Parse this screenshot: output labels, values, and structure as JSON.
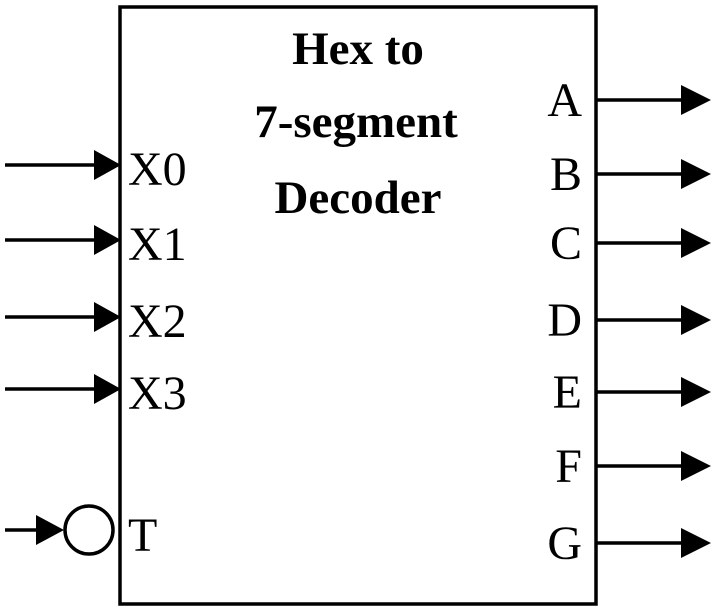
{
  "title_lines": [
    "Hex to",
    "7-segment",
    "Decoder"
  ],
  "inputs": [
    "X0",
    "X1",
    "X2",
    "X3"
  ],
  "control_input": "T",
  "outputs": [
    "A",
    "B",
    "C",
    "D",
    "E",
    "F",
    "G"
  ]
}
